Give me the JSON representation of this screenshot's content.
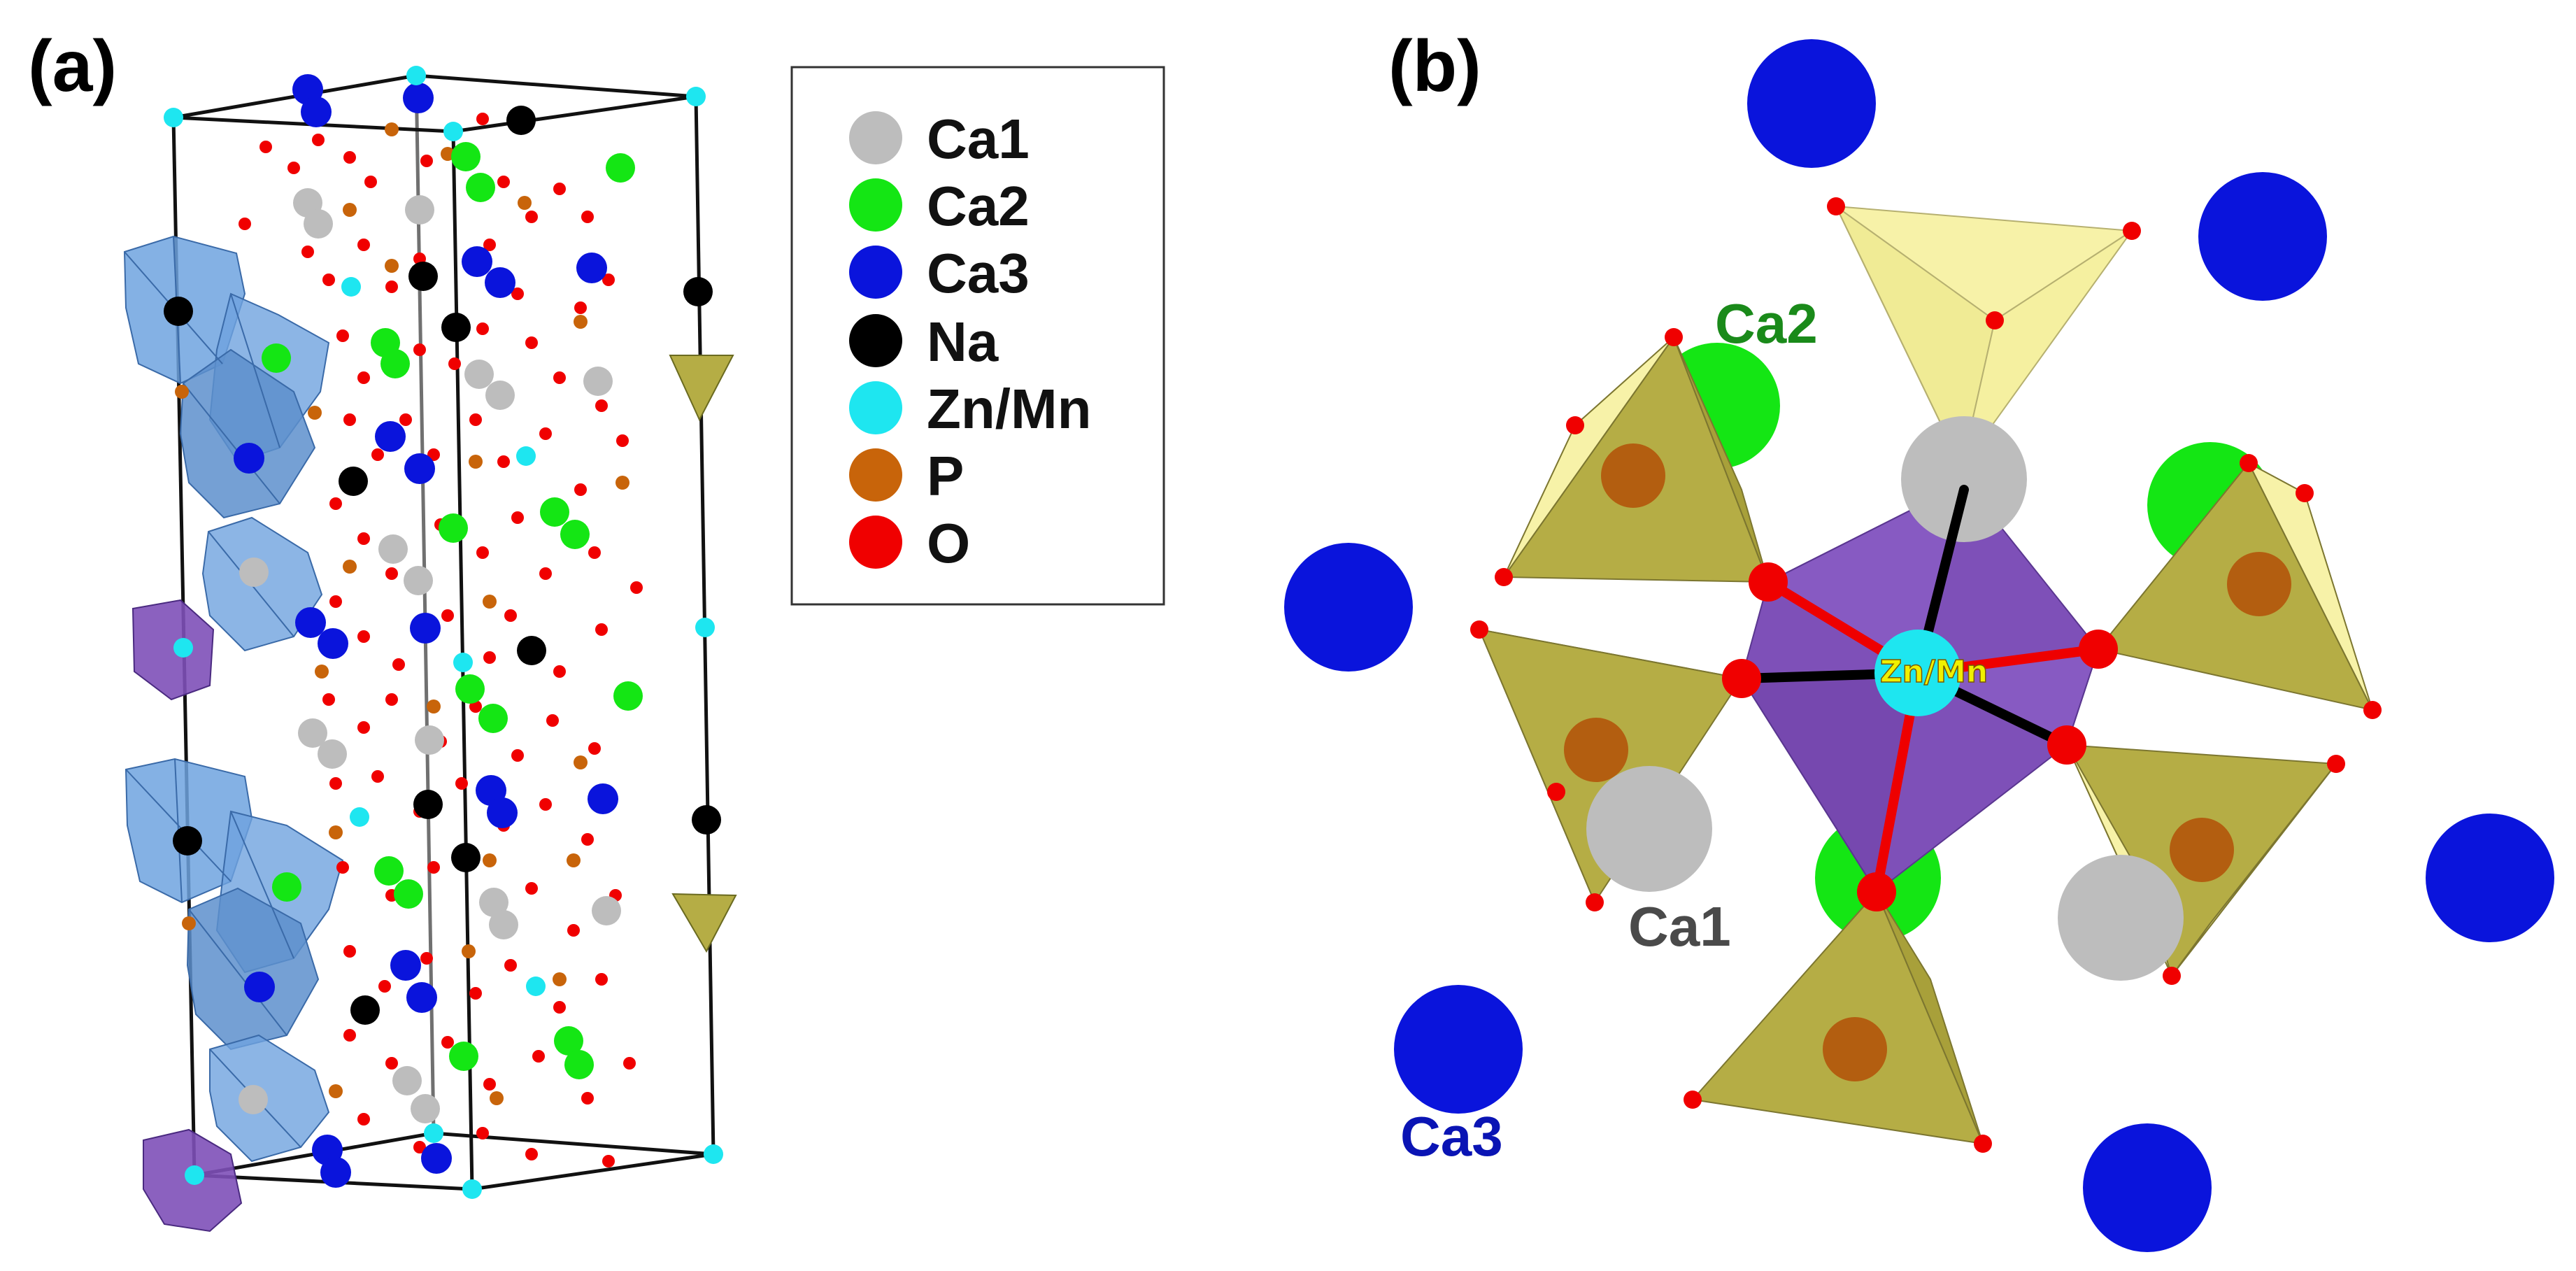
{
  "panels": {
    "a": {
      "label": "(a)"
    },
    "b": {
      "label": "(b)"
    }
  },
  "legend": {
    "items": [
      {
        "label": "Ca1",
        "color": "#bdbdbd"
      },
      {
        "label": "Ca2",
        "color": "#14e614"
      },
      {
        "label": "Ca3",
        "color": "#0a14dc"
      },
      {
        "label": "Na",
        "color": "#000000"
      },
      {
        "label": "Zn/Mn",
        "color": "#1ee6f0"
      },
      {
        "label": "P",
        "color": "#c8640a"
      },
      {
        "label": "O",
        "color": "#f00000"
      }
    ]
  },
  "panel_b": {
    "center_label": "Zn/Mn",
    "site_labels": {
      "ca1": "Ca1",
      "ca2": "Ca2",
      "ca3": "Ca3"
    }
  },
  "colors": {
    "polyhedron_blue": "#6fa3df",
    "polyhedron_purple": "#7e50b8",
    "tetra_olive": "#b5ad45",
    "tetra_yellow": "#f7f2a8",
    "site_ca1_label": "#4a4a4a",
    "site_ca2_label": "#1a8a1a",
    "site_ca3_label": "#0a14b4",
    "center_label": "#e6e600"
  }
}
